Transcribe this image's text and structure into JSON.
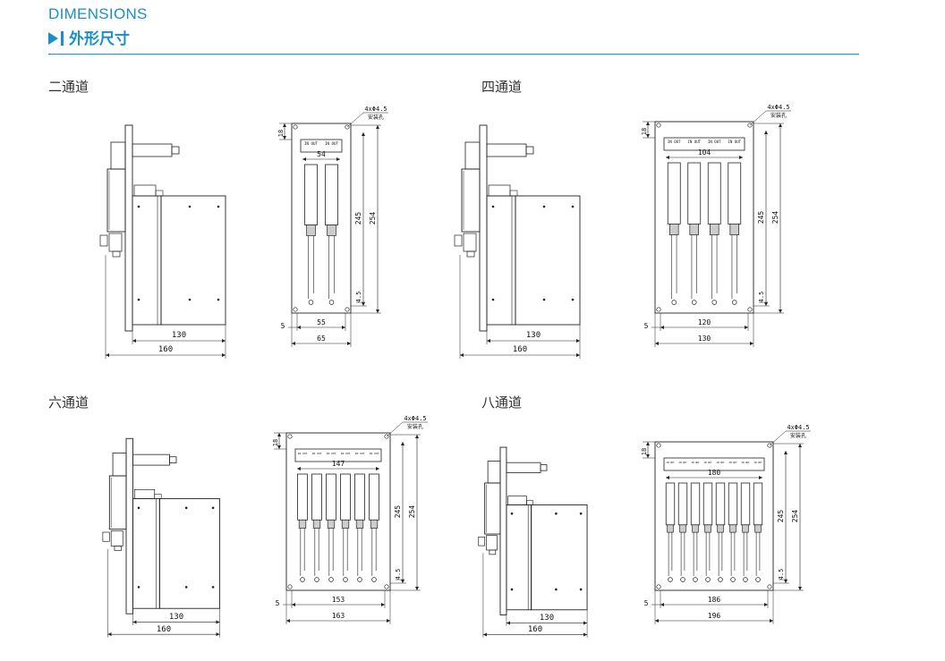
{
  "header": {
    "title_en": "DIMENSIONS",
    "title_zh": "外形尺寸"
  },
  "sections": [
    {
      "label": "二通道",
      "channels": 2,
      "side": {
        "width_outer": "160",
        "width_inner": "130"
      },
      "front": {
        "width_outer": "65",
        "width_inner": "55",
        "edge": "5",
        "channel_span": "54",
        "height_outer": "254",
        "height_inner": "245",
        "top_offset": "18",
        "bottom_offset": "4.5",
        "hole_note_1": "4xΦ4.5",
        "hole_note_2": "安装孔",
        "port_label": "IN OUT"
      }
    },
    {
      "label": "四通道",
      "channels": 4,
      "side": {
        "width_outer": "160",
        "width_inner": "130"
      },
      "front": {
        "width_outer": "130",
        "width_inner": "120",
        "edge": "5",
        "channel_span": "104",
        "height_outer": "254",
        "height_inner": "245",
        "top_offset": "18",
        "bottom_offset": "4.5",
        "hole_note_1": "4xΦ4.5",
        "hole_note_2": "安装孔",
        "port_label": "IN OUT"
      }
    },
    {
      "label": "六通道",
      "channels": 6,
      "side": {
        "width_outer": "160",
        "width_inner": "130"
      },
      "front": {
        "width_outer": "163",
        "width_inner": "153",
        "edge": "5",
        "channel_span": "147",
        "height_outer": "254",
        "height_inner": "245",
        "top_offset": "18",
        "bottom_offset": "4.5",
        "hole_note_1": "4xΦ4.5",
        "hole_note_2": "安装孔",
        "port_label": "IN OUT"
      }
    },
    {
      "label": "八通道",
      "channels": 8,
      "side": {
        "width_outer": "160",
        "width_inner": "130"
      },
      "front": {
        "width_outer": "196",
        "width_inner": "186",
        "edge": "5",
        "channel_span": "180",
        "height_outer": "254",
        "height_inner": "245",
        "top_offset": "18",
        "bottom_offset": "4.5",
        "hole_note_1": "4xΦ4.5",
        "hole_note_2": "安装孔",
        "port_label": "IN OUT"
      }
    }
  ]
}
